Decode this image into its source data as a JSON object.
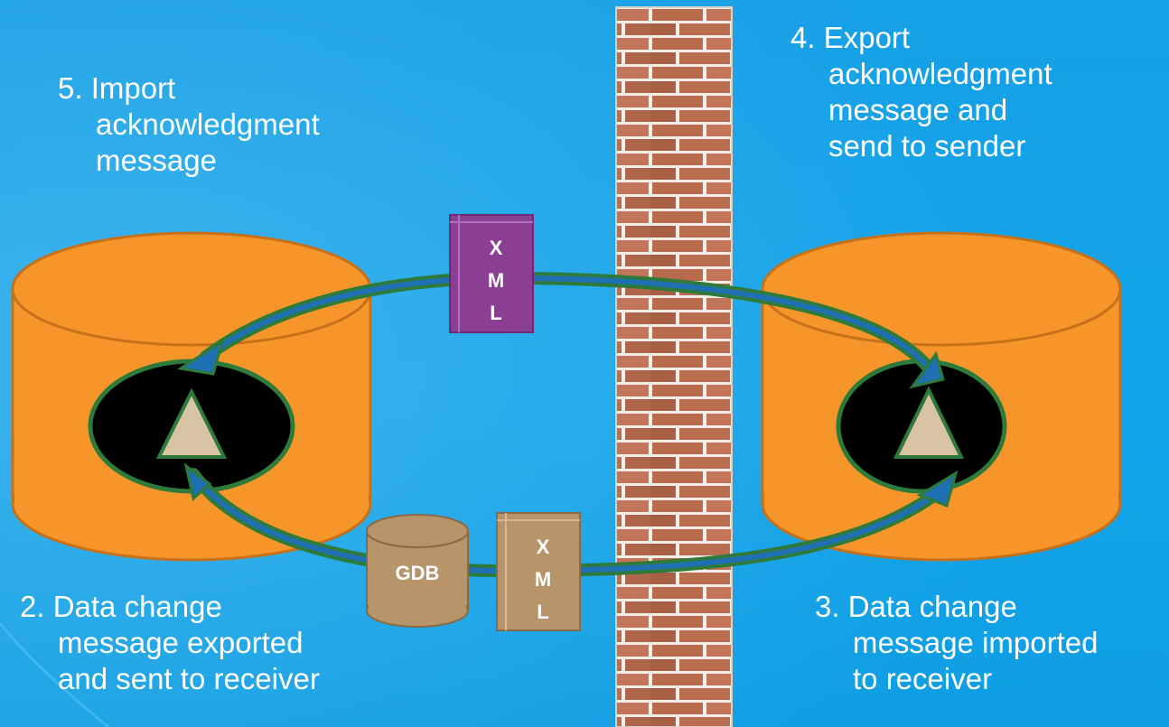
{
  "steps": {
    "step5": {
      "number": "5.",
      "line1": "Import",
      "line2": "acknowledgment",
      "line3": "message"
    },
    "step4": {
      "number": "4.",
      "line1": "Export",
      "line2": "acknowledgment",
      "line3": "message and",
      "line4": "send to sender"
    },
    "step2": {
      "number": "2.",
      "line1": "Data change",
      "line2": "message exported",
      "line3": "and sent to receiver"
    },
    "step3": {
      "number": "3.",
      "line1": "Data change",
      "line2": "message imported",
      "line3": "to receiver"
    }
  },
  "icons": {
    "xml_top": {
      "letters": [
        "X",
        "M",
        "L"
      ],
      "color": "#8b3f94"
    },
    "xml_bottom": {
      "letters": [
        "X",
        "M",
        "L"
      ],
      "color": "#b8946a"
    },
    "gdb": {
      "label": "GDB",
      "color": "#b8946a"
    }
  },
  "colors": {
    "background": "#12a4ea",
    "database": "#f6962a",
    "database_outline": "#c6711a",
    "arrow_stroke": "#2d7a3a",
    "arrow_fill": "#1f6fb3",
    "ellipse": "#000000",
    "triangle": "#d8c3a5",
    "wall_brick": "#b86a4c",
    "wall_mortar": "#f3efe8"
  },
  "icons_semantic": [
    "database-icon",
    "firewall-icon",
    "xml-document-icon",
    "geodatabase-icon",
    "cycle-arrow-icon"
  ]
}
